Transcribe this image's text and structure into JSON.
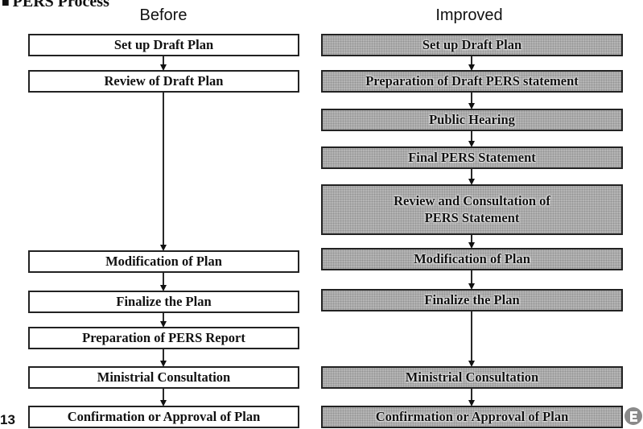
{
  "title": "PERS Process",
  "slide_number": "13",
  "before": {
    "heading": "Before",
    "steps": [
      "Set up Draft Plan",
      "Review of Draft Plan",
      "Modification of Plan",
      "Finalize the Plan",
      "Preparation of PERS Report",
      "Ministrial Consultation",
      "Confirmation or Approval of Plan"
    ]
  },
  "improved": {
    "heading": "Improved",
    "steps": [
      "Set up Draft Plan",
      "Preparation of Draft PERS statement",
      "Public Hearing",
      "Final PERS Statement",
      "Review and Consultation of\nPERS Statement",
      "Modification of Plan",
      "Finalize the Plan",
      "Ministrial Consultation",
      "Confirmation or Approval of Plan"
    ]
  },
  "colors": {
    "box_border": "#222222",
    "improved_fill": "#b4b4b4",
    "before_fill": "#ffffff"
  },
  "icons": {
    "bullet": "square-bullet-icon",
    "corner": "page-corner-icon"
  }
}
